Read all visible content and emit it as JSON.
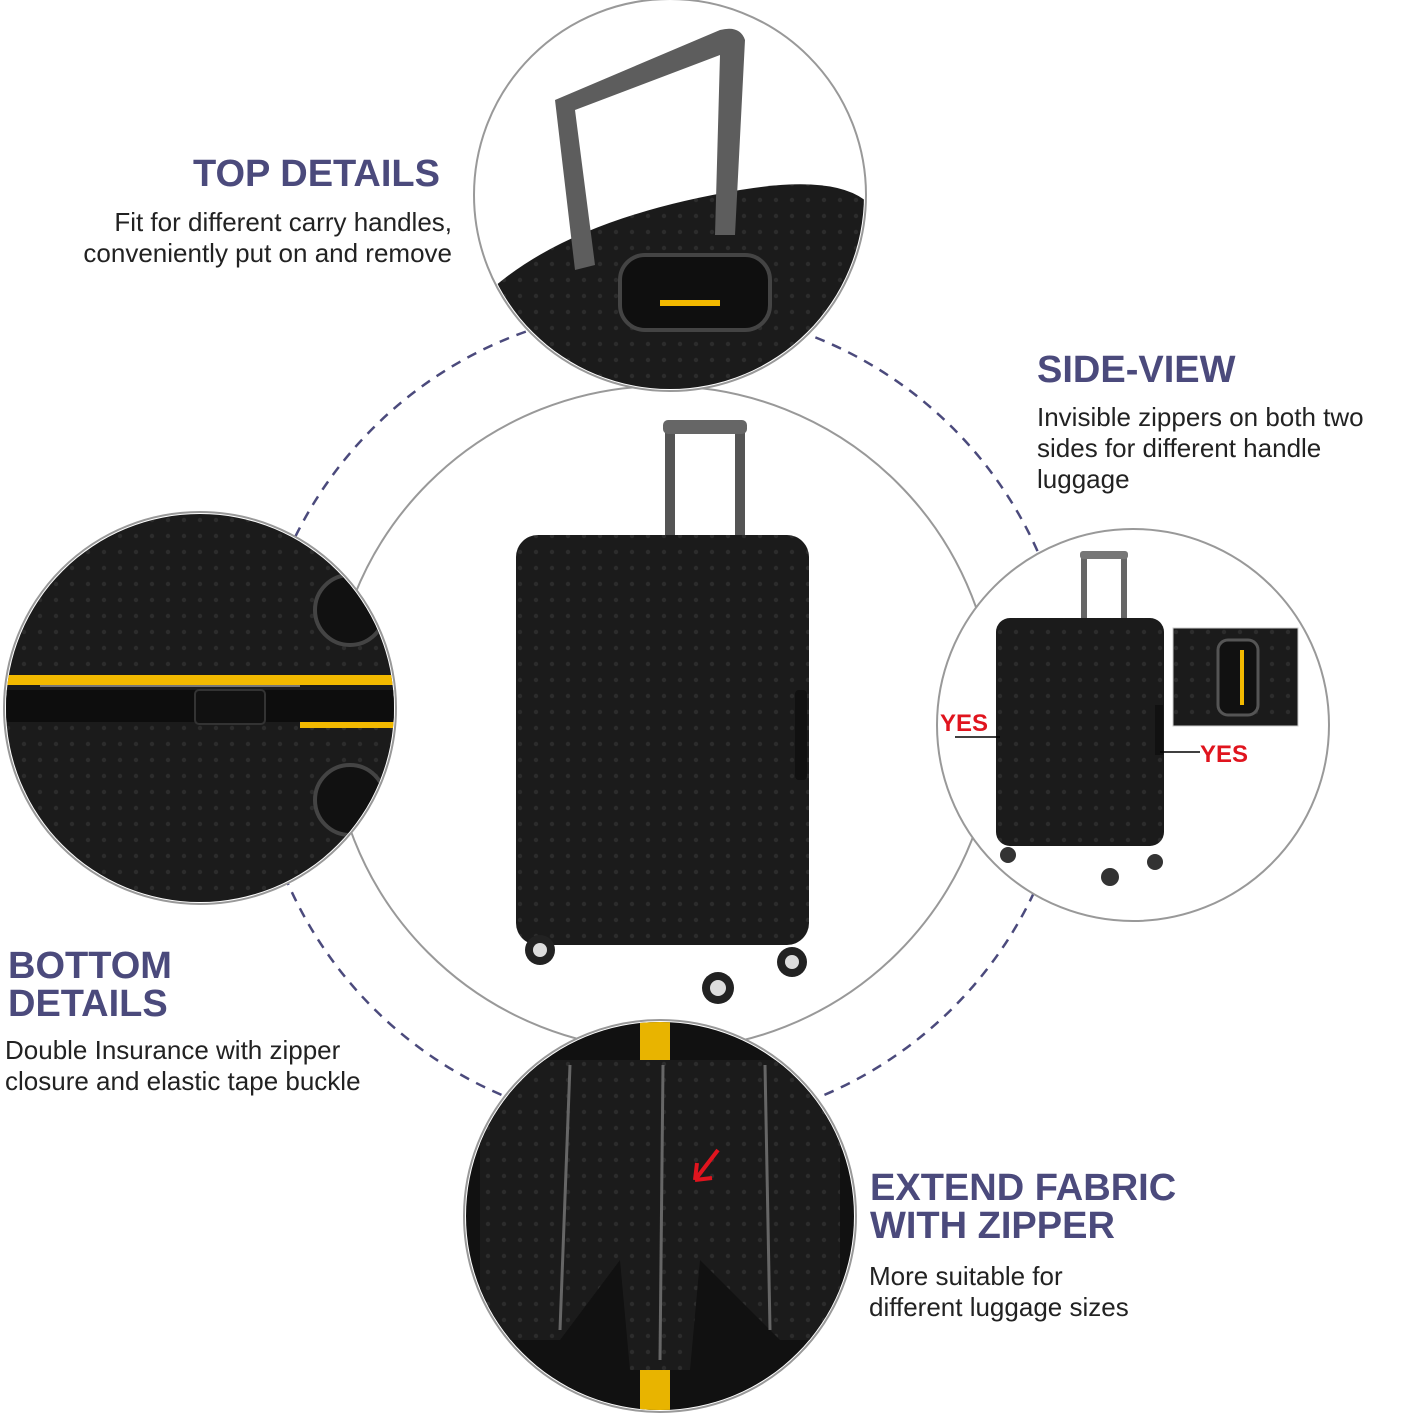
{
  "sections": {
    "top": {
      "title": "TOP DETAILS",
      "lines": [
        "Fit for different carry handles,",
        "conveniently put on and remove"
      ]
    },
    "side": {
      "title": "SIDE-VIEW",
      "lines": [
        "Invisible zippers on both two",
        "sides for different handle",
        "luggage"
      ]
    },
    "bottom": {
      "title_lines": [
        "BOTTOM",
        "DETAILS"
      ],
      "lines": [
        "Double Insurance with zipper",
        "closure and elastic tape buckle"
      ]
    },
    "extend": {
      "title_lines": [
        "EXTEND FABRIC",
        "WITH ZIPPER"
      ],
      "lines": [
        "More suitable for",
        "different luggage sizes"
      ]
    }
  },
  "labels": {
    "yes_left": "YES",
    "yes_right": "YES"
  },
  "colors": {
    "title": "#4b4a7c",
    "yes": "#e0141e",
    "accent_yellow": "#f2b900",
    "cover": "#1b1b1b"
  }
}
